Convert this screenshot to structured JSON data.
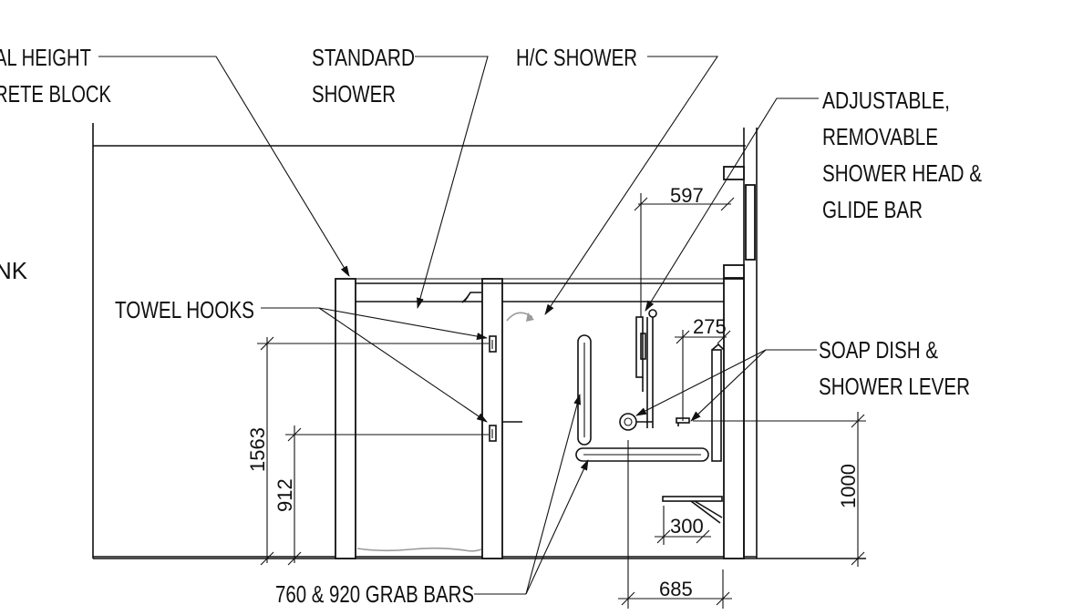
{
  "labels": {
    "full_height_block_line1": "AL HEIGHT",
    "full_height_block_line2": "RETE BLOCK",
    "nk_fragment": "NK",
    "standard_shower_line1": "STANDARD",
    "standard_shower_line2": "SHOWER",
    "hc_shower": "H/C SHOWER",
    "adjustable_line1": "ADJUSTABLE,",
    "adjustable_line2": "REMOVABLE",
    "adjustable_line3": "SHOWER HEAD &",
    "adjustable_line4": "GLIDE BAR",
    "towel_hooks": "TOWEL HOOKS",
    "soap_dish_line1": "SOAP DISH &",
    "soap_dish_line2": "SHOWER LEVER",
    "grab_bars": "760 & 920 GRAB BARS"
  },
  "dimensions": {
    "glide_bar_width": "597",
    "soap_dish_offset": "275",
    "towel_hook_upper": "1563",
    "towel_hook_lower": "912",
    "lever_height": "1000",
    "seat_depth": "300",
    "grab_bar_offset": "685"
  }
}
